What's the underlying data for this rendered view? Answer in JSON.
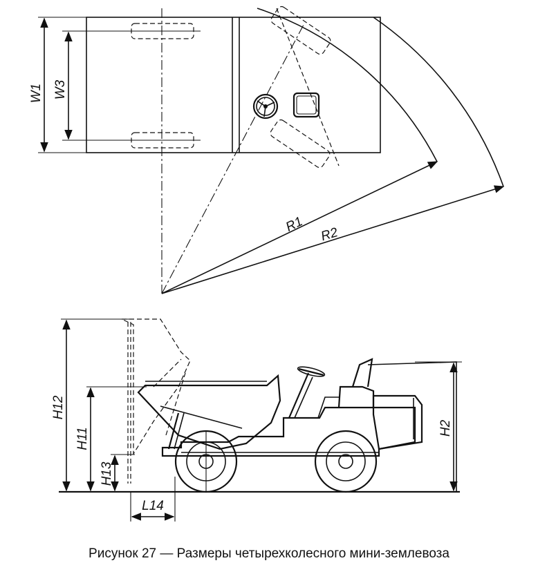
{
  "labels": {
    "w1": "W1",
    "w3": "W3",
    "r1": "R1",
    "r2": "R2",
    "h12": "H12",
    "h11": "H11",
    "h13": "H13",
    "h2": "H2",
    "l14": "L14"
  },
  "caption": "Рисунок 27 — Размеры четырехколесного мини-землевоза"
}
